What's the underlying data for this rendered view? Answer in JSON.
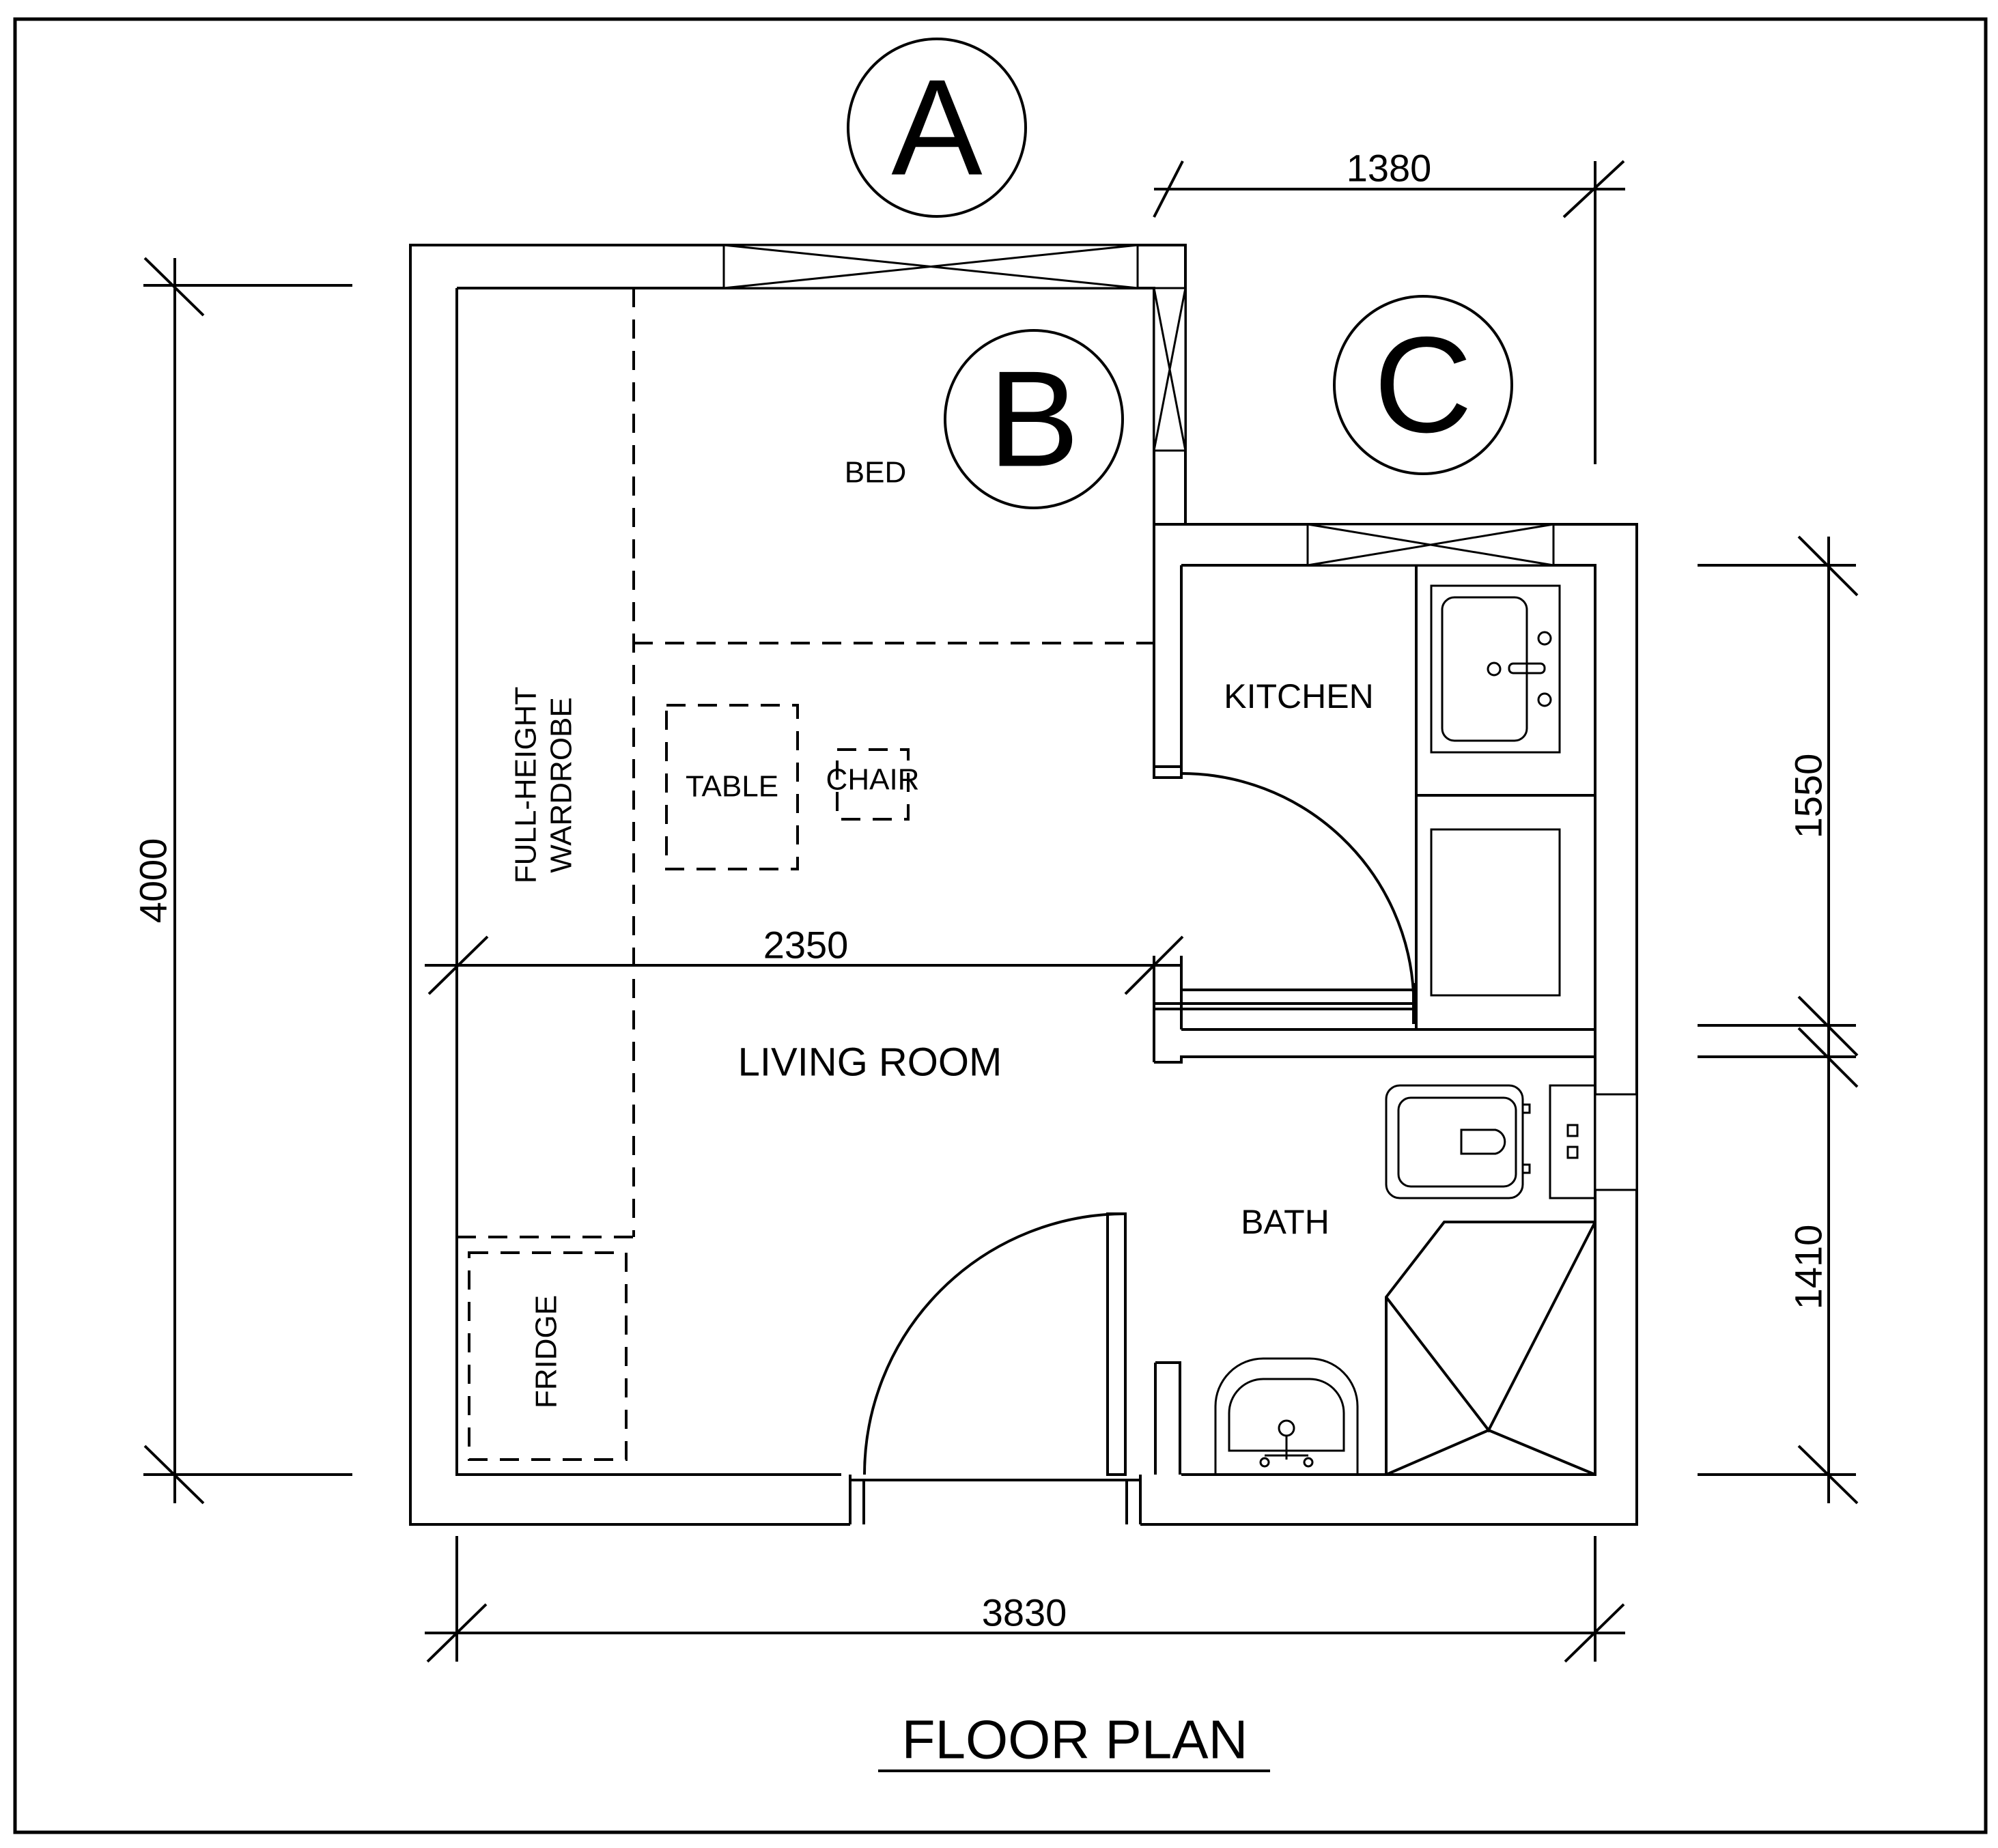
{
  "title": "FLOOR PLAN",
  "labels": {
    "zone_a": "A",
    "zone_b": "B",
    "zone_c": "C"
  },
  "rooms": {
    "bed": "BED",
    "kitchen": "KITCHEN",
    "living_room": "LIVING ROOM",
    "bath": "BATH"
  },
  "furniture": {
    "wardrobe_line1": "FULL-HEIGHT",
    "wardrobe_line2": "WARDROBE",
    "table": "TABLE",
    "chair": "CHAIR",
    "fridge": "FRIDGE"
  },
  "dimensions": {
    "top_width": "1380",
    "left_height": "4000",
    "inner_width": "2350",
    "kitchen_height": "1550",
    "bath_height": "1410",
    "bottom_width": "3830"
  },
  "colors": {
    "line": "#000000",
    "background": "#ffffff"
  }
}
